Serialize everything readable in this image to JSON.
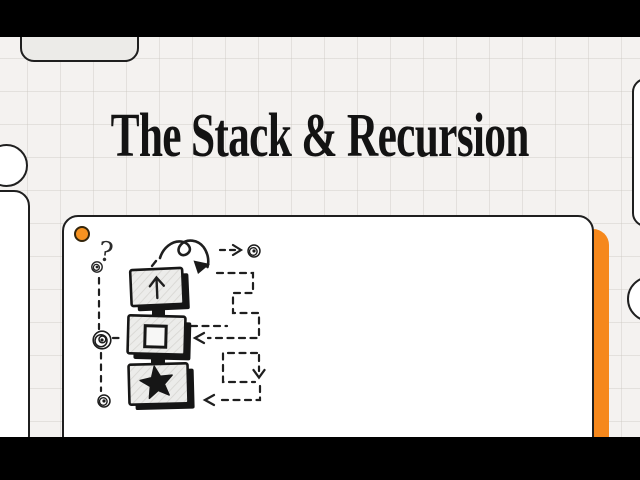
{
  "frame": {
    "type": "video-letterbox",
    "letterbox_color": "#000000"
  },
  "slide": {
    "title": "The Stack & Recursion",
    "colors": {
      "background": "#f4f2f0",
      "grid_line": "#dcd9d4",
      "ink": "#1f1f1f",
      "accent_orange": "#f6881c",
      "marker_orange": "#f69220",
      "card_fill": "#ffffff",
      "box_fill": "#ececea",
      "box_side": "#151515"
    },
    "diagram": {
      "question_mark": "?",
      "icons": [
        "curly-arrow-icon",
        "arrow-up-icon",
        "square-icon",
        "star-icon",
        "scribble-dot-icon",
        "dashed-arrow-icon"
      ],
      "stack_boxes": [
        {
          "position": "top",
          "icon": "arrow-up-icon"
        },
        {
          "position": "middle",
          "icon": "square-icon"
        },
        {
          "position": "bottom",
          "icon": "star-icon"
        }
      ]
    }
  }
}
